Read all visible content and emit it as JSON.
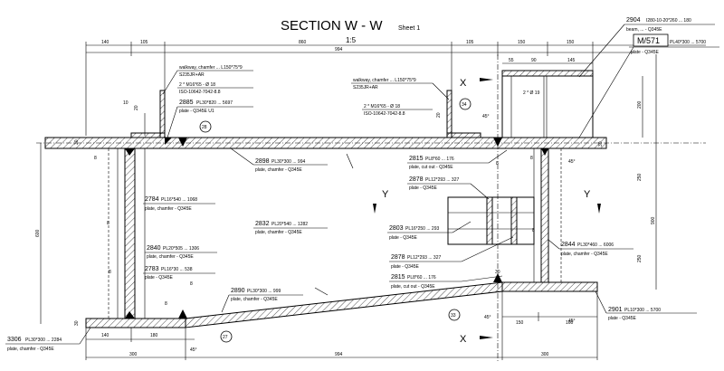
{
  "title": {
    "section": "SECTION  W - W",
    "sheet": "Sheet 1",
    "scale": "1:5"
  },
  "section_markers": {
    "x_top": "X",
    "x_bottom": "X",
    "y_left": "Y",
    "y_right": "Y"
  },
  "top_dims": {
    "d140": "140",
    "d105": "105",
    "d860": "860",
    "d994": "994",
    "d105b": "105",
    "d150": "150",
    "d150b": "150",
    "d55": "55",
    "d90": "90",
    "d145": "145"
  },
  "bottom_dims": {
    "d140": "140",
    "d180": "180",
    "d300": "300",
    "d994": "994",
    "d300b": "300",
    "d150": "150",
    "d160": "160"
  },
  "side_dims": {
    "d600": "600",
    "d900": "900",
    "d200": "200",
    "d250": "250",
    "d250b": "250",
    "d30": "30",
    "d30b": "30",
    "d20": "20",
    "d20b": "20",
    "d30c": "30",
    "d30d": "30"
  },
  "circles": {
    "c28": "28",
    "c34": "34",
    "c27": "27",
    "c33": "33"
  },
  "box_label": "M/571",
  "welds": {
    "w8a": "8",
    "w8b": "8",
    "w8c": "8",
    "w8d": "8",
    "w8e": "8",
    "w8f": "8",
    "w8g": "8",
    "w8h": "8",
    "w10": "10"
  },
  "callouts": [
    {
      "id": "2904",
      "l1": "2904",
      "l1b": "I280-10-20*260  ... 180",
      "l2": "beam, ... - Q345E"
    },
    {
      "id": "plate_m571",
      "l1": "PL40*300  ... 5700",
      "l2": "plate - Q345E"
    },
    {
      "id": "walkway1",
      "l1": "walkway, chamfer  ... L150*75*9",
      "l2": "S235JR+AR"
    },
    {
      "id": "bolt1",
      "l1": "2 * M16*65 - Ø 18",
      "l2": "ISO-10642-7042-8.8"
    },
    {
      "id": "2885",
      "l1": "2885",
      "l1b": "PL30*820  ... 5697",
      "l2": "plate - Q345E U1"
    },
    {
      "id": "walkway2",
      "l1": "walkway, chamfer  ... L150*75*9",
      "l2": "S235JR+AR"
    },
    {
      "id": "bolt2",
      "l1": "2 * M16*65 - Ø 18",
      "l2": "ISO-10642-7042-8.8"
    },
    {
      "id": "2898",
      "l1": "2898",
      "l1b": "PL30*300  ... 994",
      "l2": "plate, chamfer - Q345E"
    },
    {
      "id": "2815a",
      "l1": "2815",
      "l1b": "PL8*60  ... 176",
      "l2": "plate, cut out  - Q345E"
    },
    {
      "id": "2878a",
      "l1": "2878",
      "l1b": "PL12*293  ... 327",
      "l2": "plate - Q345E"
    },
    {
      "id": "2784",
      "l1": "2784",
      "l1b": "PL16*540  ... 1068",
      "l2": "plate, chamfer - Q345E"
    },
    {
      "id": "2832",
      "l1": "2832",
      "l1b": "PL20*540  ... 1282",
      "l2": "plate, chamfer - Q345E"
    },
    {
      "id": "2803",
      "l1": "2803",
      "l1b": "PL16*250  ... 293",
      "l2": "plate - Q345E"
    },
    {
      "id": "2840",
      "l1": "2840",
      "l1b": "PL20*505  ... 1306",
      "l2": "plate, chamfer - Q345E"
    },
    {
      "id": "2844",
      "l1": "2844",
      "l1b": "PL30*460  ... 6006",
      "l2": "plate, chamfer - Q345E"
    },
    {
      "id": "2878b",
      "l1": "2878",
      "l1b": "PL12*293  ... 327",
      "l2": "plate - Q345E"
    },
    {
      "id": "2783",
      "l1": "2783",
      "l1b": "PL16*30  ... 538",
      "l2": "plate - Q345E"
    },
    {
      "id": "2815b",
      "l1": "2815",
      "l1b": "PL8*60  ... 176",
      "l2": "plate, cut out  - Q345E"
    },
    {
      "id": "2890",
      "l1": "2890",
      "l1b": "PL30*300  ... 999",
      "l2": "plate, chamfer - Q345E"
    },
    {
      "id": "2901",
      "l1": "2901",
      "l1b": "PL10*300  ... 5700",
      "l2": "plate - Q345E"
    },
    {
      "id": "3306",
      "l1": "3306",
      "l1b": "PL30*300  ... 2284",
      "l2": "plate, chamfer  - Q345E"
    }
  ],
  "small_labels": {
    "bolt_dia": "2 * Ø 19",
    "ang45a": "45°",
    "ang45b": "45°",
    "ang45c": "45°",
    "ang45d": "45°",
    "ang45e": "45°"
  }
}
